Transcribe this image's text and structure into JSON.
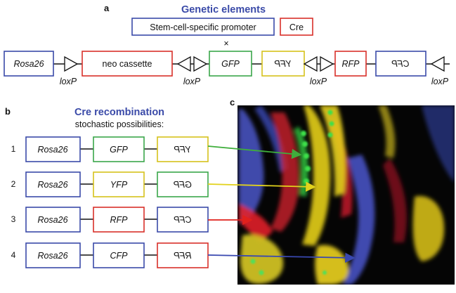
{
  "panel_a": {
    "letter": "a",
    "title": "Genetic elements",
    "promoter": "Stem-cell-specific promoter",
    "cre": "Cre",
    "times": "×",
    "construct": {
      "rosa26": "Rosa26",
      "neo": "neo cassette",
      "gfp": "GFP",
      "yfp": "YFP",
      "rfp": "RFP",
      "cfp": "CFP",
      "loxp_1": "loxP",
      "loxp_2": "loxP",
      "loxp_3": "loxP",
      "loxp_4": "loxP"
    }
  },
  "panel_b": {
    "letter": "b",
    "title": "Cre recombination",
    "subtitle": "stochastic possibilities:",
    "rows": [
      {
        "number": "1",
        "rosa": "Rosa26",
        "gene": "GFP",
        "flipped": "YFP"
      },
      {
        "number": "2",
        "rosa": "Rosa26",
        "gene": "YFP",
        "flipped": "GFP"
      },
      {
        "number": "3",
        "rosa": "Rosa26",
        "gene": "RFP",
        "flipped": "CFP"
      },
      {
        "number": "4",
        "rosa": "Rosa26",
        "gene": "CFP",
        "flipped": "RFP"
      }
    ]
  },
  "panel_c": {
    "letter": "c"
  },
  "colors": {
    "blue": "#3a4aa8",
    "red": "#d9302a",
    "green": "#3aa64a",
    "yellow": "#d6c21c",
    "arrow_green": "#3fae3c",
    "arrow_yellow": "#e2d21c",
    "arrow_red": "#e0201c",
    "arrow_blue": "#3948b0"
  }
}
